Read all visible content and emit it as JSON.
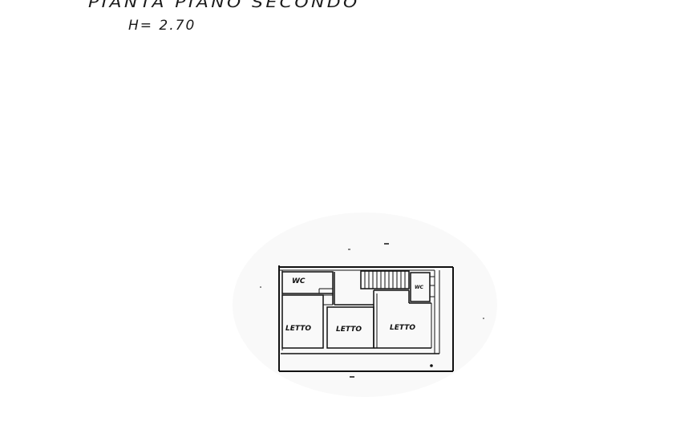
{
  "sheet": {
    "title": "PIANTA PIANO SECONDO",
    "height_note": "H= 2.70"
  },
  "rooms": {
    "wc_left": "WC",
    "wc_right": "WC",
    "bed_1": "LETTO",
    "bed_2": "LETTO",
    "bed_3": "LETTO"
  },
  "colors": {
    "ink": "#111111",
    "paper": "#ffffff"
  }
}
